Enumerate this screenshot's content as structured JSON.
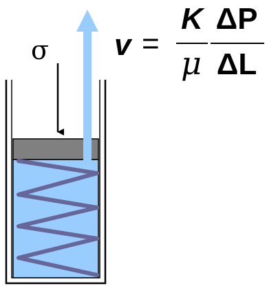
{
  "stress_symbol": "σ",
  "equation": {
    "lhs": "v",
    "equals": "=",
    "numerator_1": "K",
    "denominator_1": "μ",
    "numerator_2": "ΔP",
    "denominator_2": "ΔL"
  },
  "colors": {
    "fluid": "#99ccff",
    "spring": "#666699",
    "piston": "#808080",
    "flow_arrow": "#99ccff",
    "outline": "#000000"
  }
}
